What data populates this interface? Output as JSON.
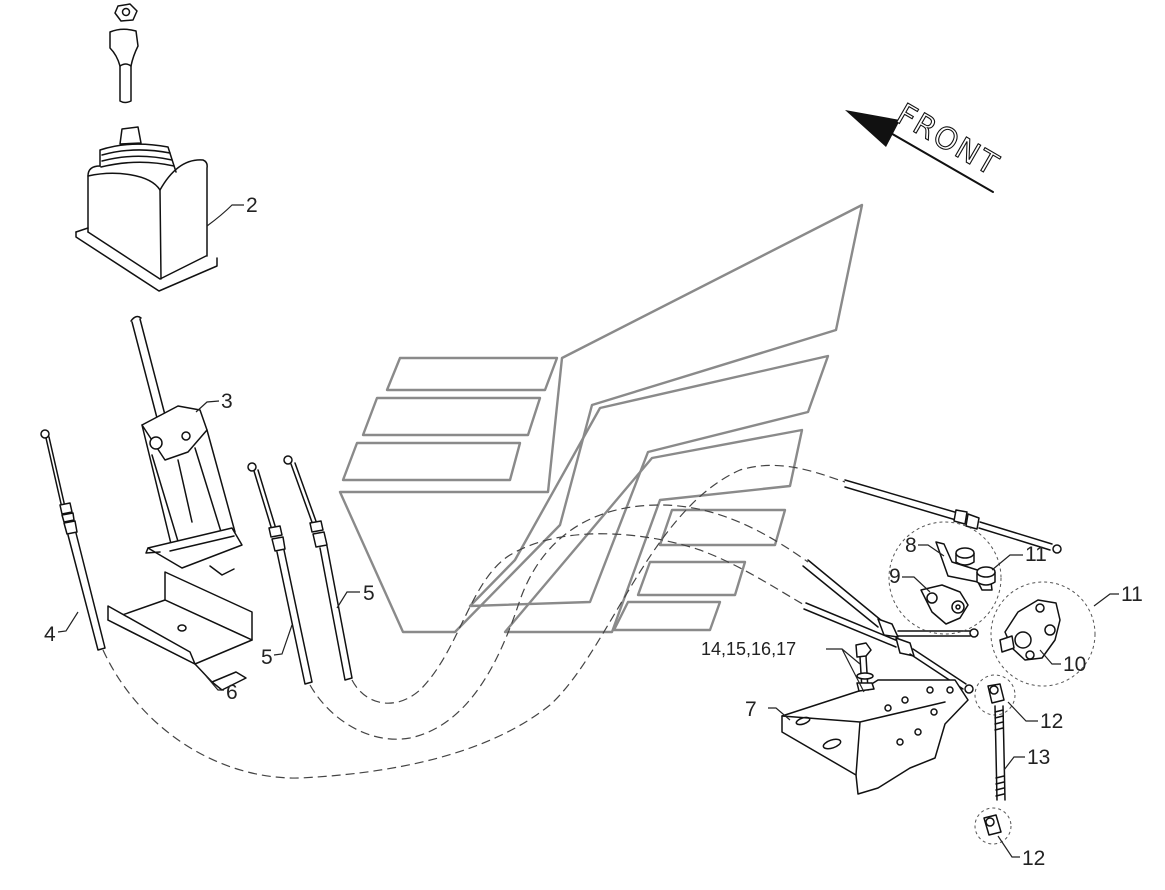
{
  "diagram": {
    "direction_label": "FRONT",
    "callouts": [
      "2",
      "3",
      "4",
      "5",
      "5",
      "6",
      "7",
      "8",
      "9",
      "11",
      "11",
      "10",
      "14,15,16,17",
      "12",
      "13",
      "12"
    ]
  },
  "colors": {
    "line": "#111111",
    "watermark": "#8a8a8a",
    "background": "#ffffff"
  }
}
